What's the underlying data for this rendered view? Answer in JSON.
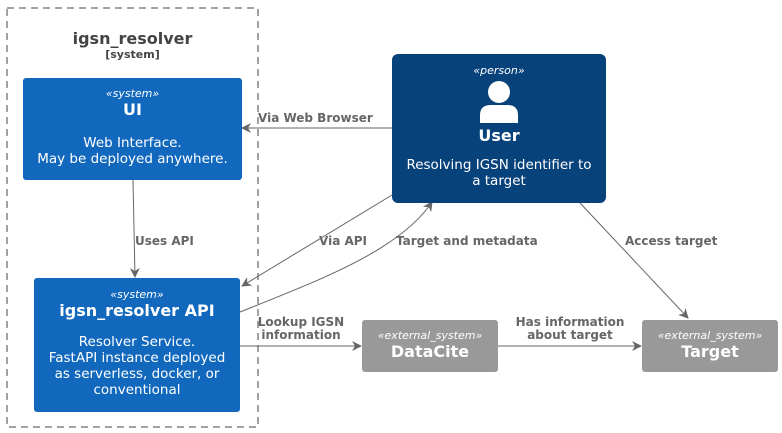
{
  "boundary": {
    "name": "igsn_resolver",
    "type": "[system]"
  },
  "nodes": {
    "ui": {
      "stereotype": "«system»",
      "name": "UI",
      "description": [
        "Web Interface.",
        "May be deployed anywhere."
      ]
    },
    "api": {
      "stereotype": "«system»",
      "name": "igsn_resolver API",
      "description": [
        "Resolver Service.",
        "FastAPI instance deployed",
        "as serverless, docker, or",
        "conventional"
      ]
    },
    "user": {
      "stereotype": "«person»",
      "name": "User",
      "description": [
        "Resolving IGSN identifier to",
        "a target"
      ],
      "icon": "person-icon"
    },
    "datacite": {
      "stereotype": "«external_system»",
      "name": "DataCite"
    },
    "target": {
      "stereotype": "«external_system»",
      "name": "Target"
    }
  },
  "edges": {
    "user_ui": {
      "label": [
        "Via Web Browser"
      ]
    },
    "ui_api": {
      "label": [
        "Uses API"
      ]
    },
    "user_api": {
      "label": [
        "Via API"
      ]
    },
    "api_user": {
      "label": [
        "Target and metadata"
      ]
    },
    "user_target": {
      "label": [
        "Access target"
      ]
    },
    "api_datacite": {
      "label": [
        "Lookup IGSN",
        "information"
      ]
    },
    "datacite_target": {
      "label": [
        "Has information",
        "about target"
      ]
    }
  },
  "colors": {
    "system": "#1168bd",
    "person": "#08427b",
    "external": "#999999",
    "edge": "#666666",
    "boundary": "#444444"
  }
}
